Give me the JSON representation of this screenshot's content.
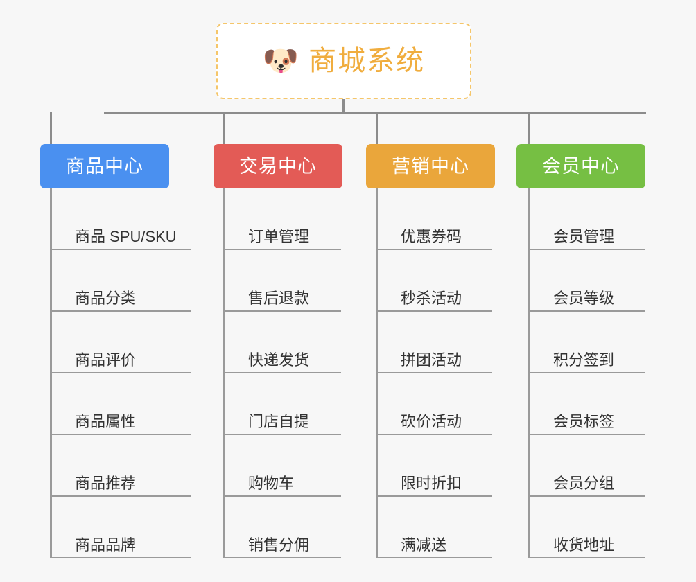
{
  "diagram": {
    "type": "mindmap",
    "background_color": "#f7f7f7",
    "connector_color": "#8c8c8c"
  },
  "root": {
    "title": "商城系统",
    "icon": "shiba-dog-face-emoji",
    "emoji": "🐶",
    "text_color": "#f0ad3e",
    "border_color": "#f5c66a",
    "background_color": "#ffffff"
  },
  "branches": [
    {
      "label": "商品中心",
      "color": "#4a90f0",
      "items": [
        "商品 SPU/SKU",
        "商品分类",
        "商品评价",
        "商品属性",
        "商品推荐",
        "商品品牌"
      ]
    },
    {
      "label": "交易中心",
      "color": "#e35b56",
      "items": [
        "订单管理",
        "售后退款",
        "快递发货",
        "门店自提",
        "购物车",
        "销售分佣"
      ]
    },
    {
      "label": "营销中心",
      "color": "#eaa63b",
      "items": [
        "优惠券码",
        "秒杀活动",
        "拼团活动",
        "砍价活动",
        "限时折扣",
        "满减送"
      ]
    },
    {
      "label": "会员中心",
      "color": "#76bf43",
      "items": [
        "会员管理",
        "会员等级",
        "积分签到",
        "会员标签",
        "会员分组",
        "收货地址"
      ]
    }
  ]
}
